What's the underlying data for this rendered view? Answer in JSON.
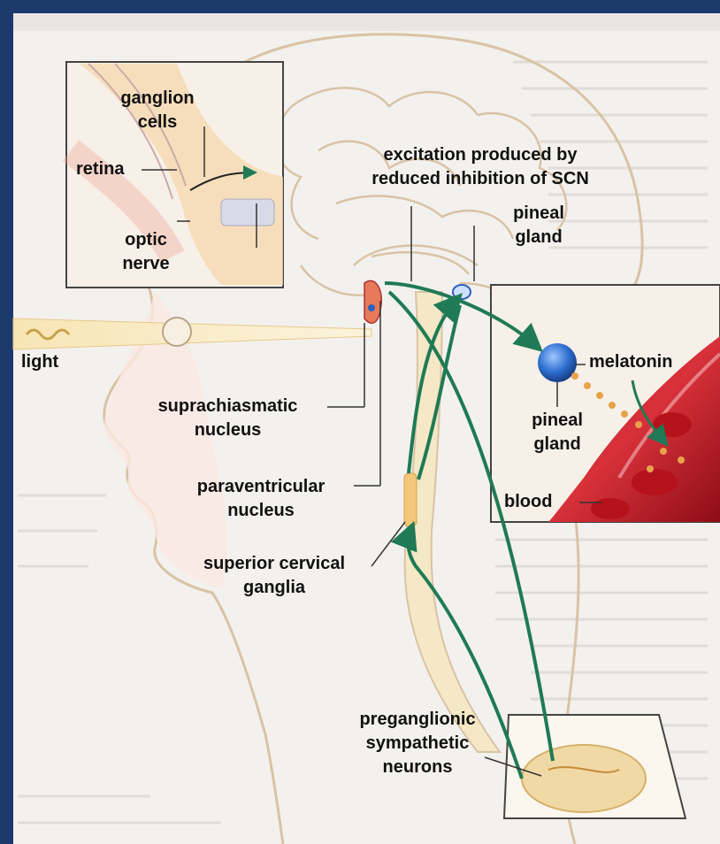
{
  "labels": {
    "ganglion_cells": [
      "ganglion",
      "cells"
    ],
    "retina": "retina",
    "optic_nerve": [
      "optic",
      "nerve"
    ],
    "excitation": [
      "excitation produced by",
      "reduced inhibition of SCN"
    ],
    "pineal_gland_top": [
      "pineal",
      "gland"
    ],
    "light": "light",
    "melatonin": "melatonin",
    "suprachiasmatic": [
      "suprachiasmatic",
      "nucleus"
    ],
    "pineal_gland_inset": [
      "pineal",
      "gland"
    ],
    "blood": "blood",
    "paraventricular": [
      "paraventricular",
      "nucleus"
    ],
    "superior_cervical": [
      "superior cervical",
      "ganglia"
    ],
    "preganglionic": [
      "preganglionic",
      "sympathetic",
      "neurons"
    ]
  },
  "colors": {
    "frame": "#1b3a6b",
    "page": "#f3f1ee",
    "pathway": "#1f7a55",
    "melatonin_ball": "#2e6fd0",
    "blood": "#c9232b"
  }
}
